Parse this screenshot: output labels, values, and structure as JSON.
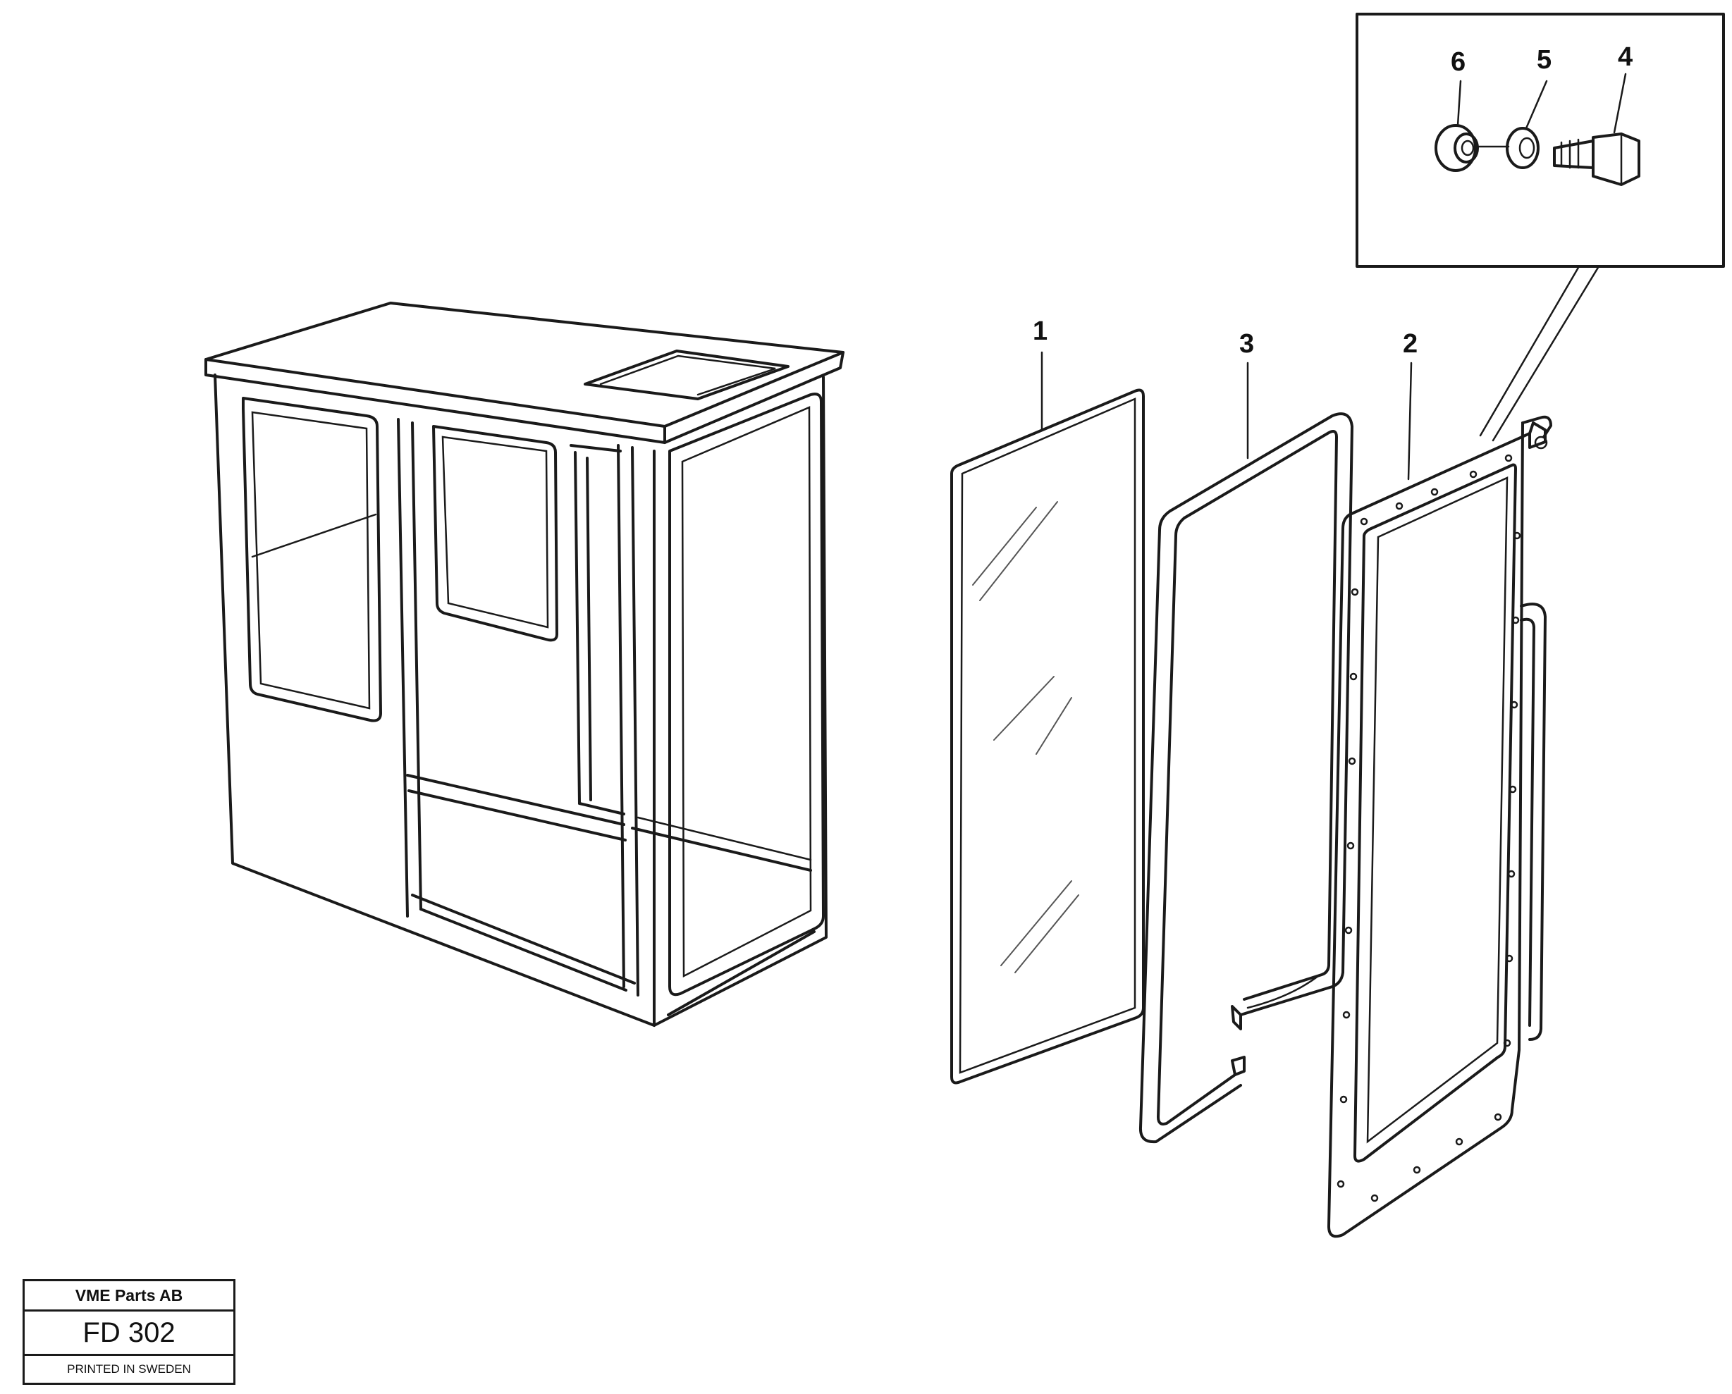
{
  "diagram": {
    "callouts": {
      "item1": "1",
      "item2": "2",
      "item3": "3",
      "item4": "4",
      "item5": "5",
      "item6": "6"
    }
  },
  "stamp": {
    "company": "VME Parts AB",
    "code": "FD 302",
    "printed": "PRINTED IN SWEDEN"
  },
  "colors": {
    "line": "#1a1a1a",
    "background": "#ffffff"
  }
}
